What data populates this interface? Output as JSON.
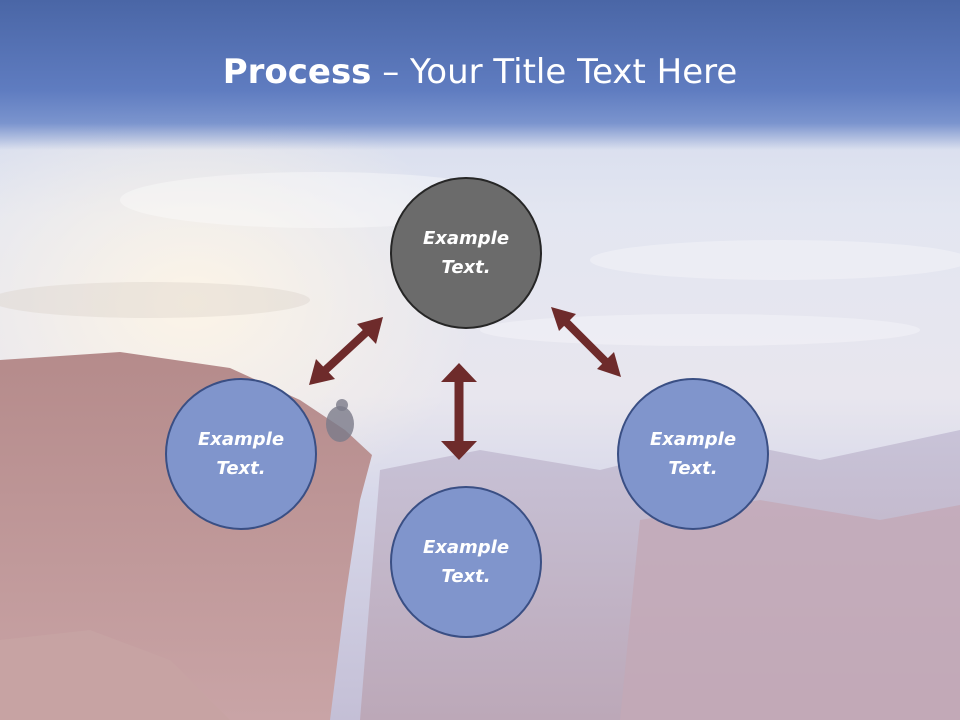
{
  "slide": {
    "title_bold": "Process",
    "title_rest": " – Your Title Text Here"
  },
  "nodes": [
    {
      "id": "top",
      "text": "Example Text.",
      "color": "#6b6b6b"
    },
    {
      "id": "left",
      "text": "Example Text.",
      "color": "#8095cc"
    },
    {
      "id": "right",
      "text": "Example Text.",
      "color": "#8095cc"
    },
    {
      "id": "bottom",
      "text": "Example Text.",
      "color": "#8095cc"
    }
  ],
  "colors": {
    "title_bar": "#5670b4",
    "arrow": "#6e2b2b",
    "circle_blue": "#8095cc",
    "circle_gray": "#6b6b6b"
  }
}
